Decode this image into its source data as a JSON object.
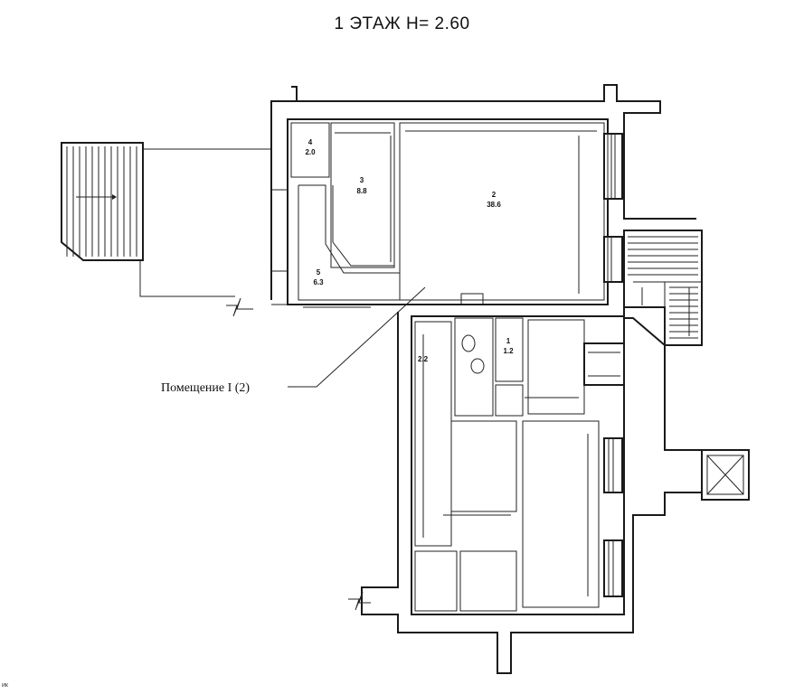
{
  "title": "1 ЭТАЖ  H= 2.60",
  "callout": "Помещение I (2)",
  "rooms": [
    {
      "num": "4",
      "area": "2.0"
    },
    {
      "num": "3",
      "area": "8.8"
    },
    {
      "num": "2",
      "area": "38.6"
    },
    {
      "num": "5",
      "area": "6.3"
    },
    {
      "num": "1",
      "area": "1.2"
    }
  ],
  "side_label": "2.2",
  "corner_text": "ик"
}
